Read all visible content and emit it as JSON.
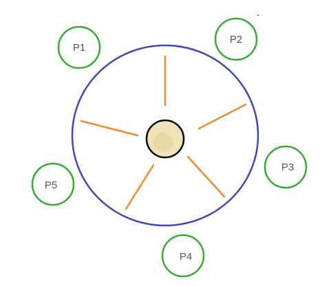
{
  "colors": {
    "table": "#3f48b0",
    "chopstick": "#ef8a2e",
    "node_border": "#3aa836",
    "bowl_fill": "#efe2b6",
    "bowl_border": "#000000",
    "label": "#555555"
  },
  "nodes": [
    {
      "label": "P1"
    },
    {
      "label": "P2"
    },
    {
      "label": "P3"
    },
    {
      "label": "P4"
    },
    {
      "label": "P5"
    }
  ],
  "chopstick_count": 5
}
